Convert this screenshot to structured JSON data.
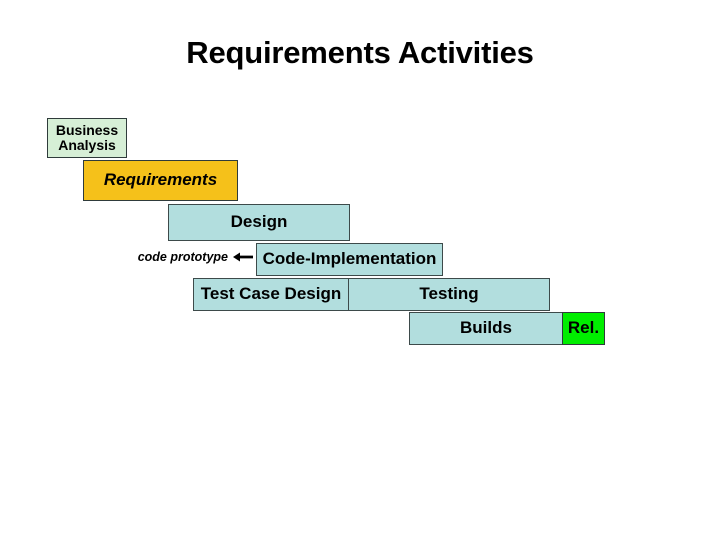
{
  "slide": {
    "title": "Requirements Activities",
    "background_color": "#ffffff"
  },
  "colors": {
    "teal_fill": "#b2dede",
    "green_fill": "#d6efd6",
    "amber_fill": "#f5c11a",
    "lime_fill": "#00ee00",
    "border": "#3d4a4a",
    "text": "#000000"
  },
  "diagram": {
    "type": "staircase-phases",
    "description": "Cascading staircase of software lifecycle phase bars",
    "stages": [
      {
        "id": "business-analysis",
        "label": "Business\nAnalysis",
        "label_line1": "Business",
        "label_line2": "Analysis",
        "fill": "#d6efd6",
        "style": "normal"
      },
      {
        "id": "requirements",
        "label": "Requirements",
        "fill": "#f5c11a",
        "style": "bold-italic"
      },
      {
        "id": "design",
        "label": "Design",
        "fill": "#b2dede",
        "style": "bold"
      },
      {
        "id": "code-implementation",
        "label": "Code-Implementation",
        "fill": "#b2dede",
        "style": "bold"
      },
      {
        "id": "test-case-design",
        "label": "Test Case Design",
        "fill": "#b2dede",
        "style": "bold"
      },
      {
        "id": "testing",
        "label": "Testing",
        "fill": "#b2dede",
        "style": "bold"
      },
      {
        "id": "builds",
        "label": "Builds",
        "fill": "#b2dede",
        "style": "bold"
      },
      {
        "id": "release",
        "label": "Rel.",
        "fill": "#00ee00",
        "style": "bold"
      }
    ],
    "annotations": [
      {
        "id": "code-prototype",
        "text": "code prototype",
        "arrow": "left-arrow",
        "points_to": "code-implementation"
      }
    ]
  }
}
